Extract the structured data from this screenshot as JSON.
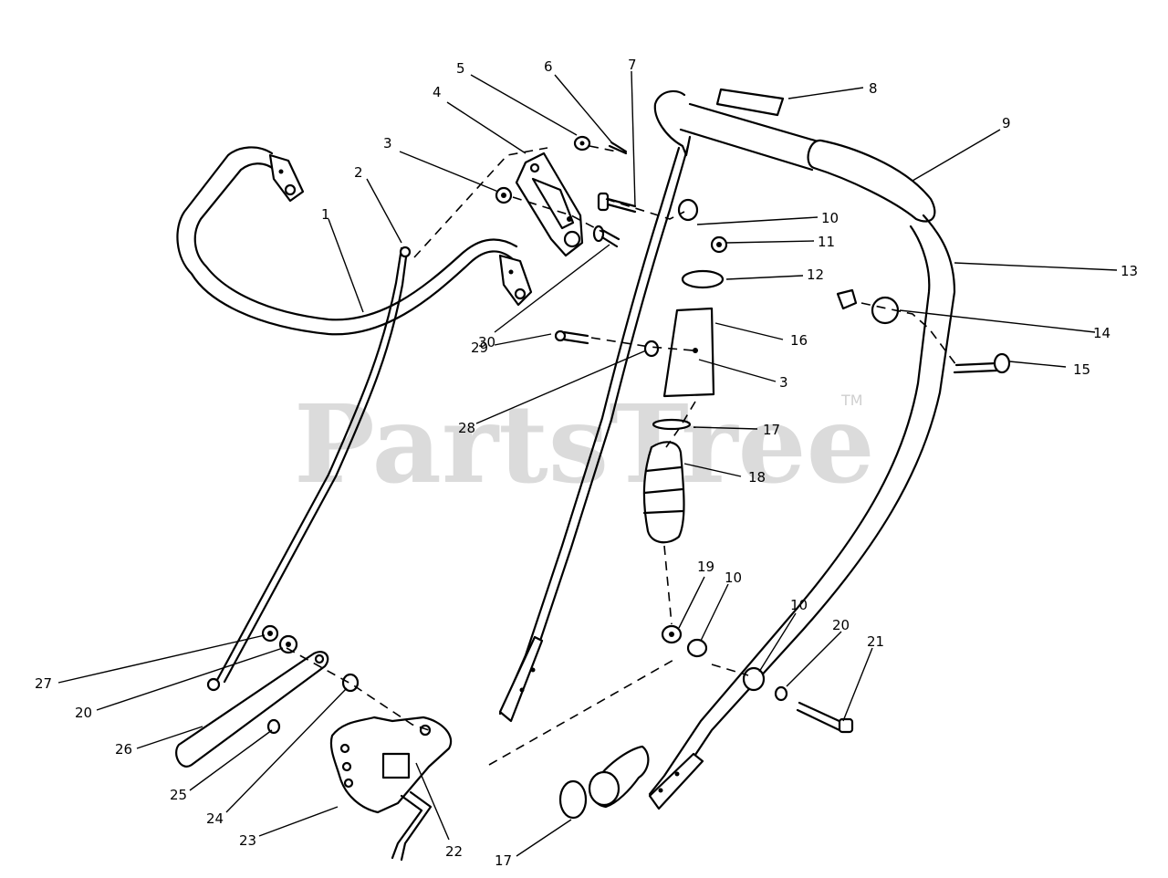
{
  "watermark": {
    "text": "PartsTree",
    "trademark": "TM"
  },
  "callouts": [
    {
      "id": "c1",
      "text": "1"
    },
    {
      "id": "c2",
      "text": "2"
    },
    {
      "id": "c3a",
      "text": "3"
    },
    {
      "id": "c4",
      "text": "4"
    },
    {
      "id": "c5",
      "text": "5"
    },
    {
      "id": "c6",
      "text": "6"
    },
    {
      "id": "c7",
      "text": "7"
    },
    {
      "id": "c8",
      "text": "8"
    },
    {
      "id": "c9",
      "text": "9"
    },
    {
      "id": "c10a",
      "text": "10"
    },
    {
      "id": "c11",
      "text": "11"
    },
    {
      "id": "c12",
      "text": "12"
    },
    {
      "id": "c13",
      "text": "13"
    },
    {
      "id": "c14",
      "text": "14"
    },
    {
      "id": "c15",
      "text": "15"
    },
    {
      "id": "c16",
      "text": "16"
    },
    {
      "id": "c3b",
      "text": "3"
    },
    {
      "id": "c17a",
      "text": "17"
    },
    {
      "id": "c18",
      "text": "18"
    },
    {
      "id": "c29",
      "text": "29"
    },
    {
      "id": "c30",
      "text": "30"
    },
    {
      "id": "c28",
      "text": "28"
    },
    {
      "id": "c19",
      "text": "19"
    },
    {
      "id": "c10b",
      "text": "10"
    },
    {
      "id": "c10c",
      "text": "10"
    },
    {
      "id": "c20a",
      "text": "20"
    },
    {
      "id": "c21",
      "text": "21"
    },
    {
      "id": "c27",
      "text": "27"
    },
    {
      "id": "c20b",
      "text": "20"
    },
    {
      "id": "c26",
      "text": "26"
    },
    {
      "id": "c25",
      "text": "25"
    },
    {
      "id": "c24",
      "text": "24"
    },
    {
      "id": "c23",
      "text": "23"
    },
    {
      "id": "c22",
      "text": "22"
    },
    {
      "id": "c17b",
      "text": "17"
    }
  ]
}
